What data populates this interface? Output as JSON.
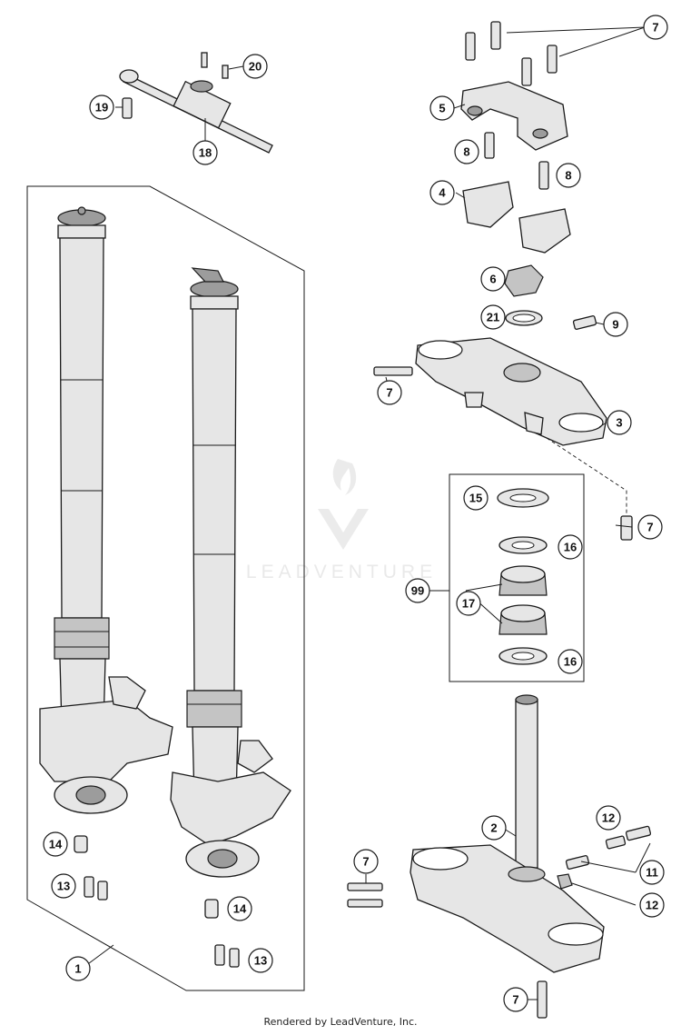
{
  "watermark": {
    "text": "LEADVENTURE"
  },
  "footer": {
    "text": "Rendered by LeadVenture, Inc."
  },
  "callouts": {
    "c1": "1",
    "c2": "2",
    "c3": "3",
    "c4": "4",
    "c5": "5",
    "c6": "6",
    "c7a": "7",
    "c7b": "7",
    "c7c": "7",
    "c7d": "7",
    "c7e": "7",
    "c8a": "8",
    "c8b": "8",
    "c9": "9",
    "c11": "11",
    "c12a": "12",
    "c12b": "12",
    "c13a": "13",
    "c13b": "13",
    "c14a": "14",
    "c14b": "14",
    "c15": "15",
    "c16a": "16",
    "c16b": "16",
    "c17": "17",
    "c18": "18",
    "c19": "19",
    "c20": "20",
    "c21": "21",
    "c99": "99"
  }
}
